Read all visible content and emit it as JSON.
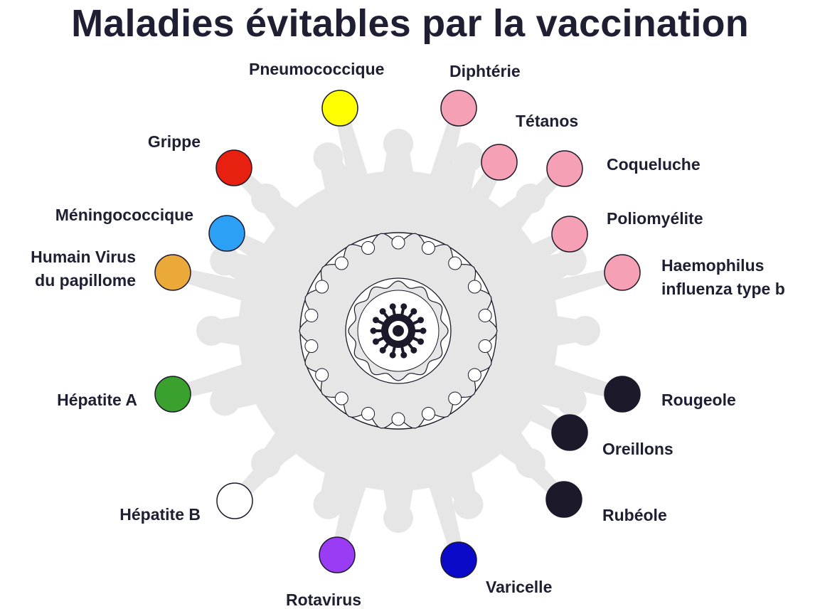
{
  "title": "Maladies évitables par la vaccination",
  "diseases": [
    {
      "key": "pneumo",
      "lines": [
        "Pneumococcique"
      ],
      "color": "#ffff00"
    },
    {
      "key": "diphterie",
      "lines": [
        "Diphtérie"
      ],
      "color": "#f5a0b4"
    },
    {
      "key": "tetanos",
      "lines": [
        "Tétanos"
      ],
      "color": "#f5a0b4"
    },
    {
      "key": "coqueluche",
      "lines": [
        "Coqueluche"
      ],
      "color": "#f5a0b4"
    },
    {
      "key": "polio",
      "lines": [
        "Poliomyélite"
      ],
      "color": "#f5a0b4"
    },
    {
      "key": "hib",
      "lines": [
        "Haemophilus",
        "influenza type b"
      ],
      "color": "#f5a0b4"
    },
    {
      "key": "rougeole",
      "lines": [
        "Rougeole"
      ],
      "color": "#1c1a2a"
    },
    {
      "key": "oreillons",
      "lines": [
        "Oreillons"
      ],
      "color": "#1c1a2a"
    },
    {
      "key": "rubeole",
      "lines": [
        "Rubéole"
      ],
      "color": "#1c1a2a"
    },
    {
      "key": "varicelle",
      "lines": [
        "Varicelle"
      ],
      "color": "#0a0ac8"
    },
    {
      "key": "rotavirus",
      "lines": [
        "Rotavirus"
      ],
      "color": "#9b3cf5"
    },
    {
      "key": "hepb",
      "lines": [
        "Hépatite B"
      ],
      "color": "#ffffff"
    },
    {
      "key": "hepa",
      "lines": [
        "Hépatite A"
      ],
      "color": "#3aa02e"
    },
    {
      "key": "hpv",
      "lines": [
        "Humain Virus",
        "du papillome"
      ],
      "color": "#eba93a"
    },
    {
      "key": "meningo",
      "lines": [
        "Méningococcique"
      ],
      "color": "#2ba0f5"
    },
    {
      "key": "grippe",
      "lines": [
        "Grippe"
      ],
      "color": "#e8200f"
    }
  ],
  "colors": {
    "body": "#e6e6e6",
    "stroke": "#1c1a2a",
    "center": "#1c1a2a"
  }
}
